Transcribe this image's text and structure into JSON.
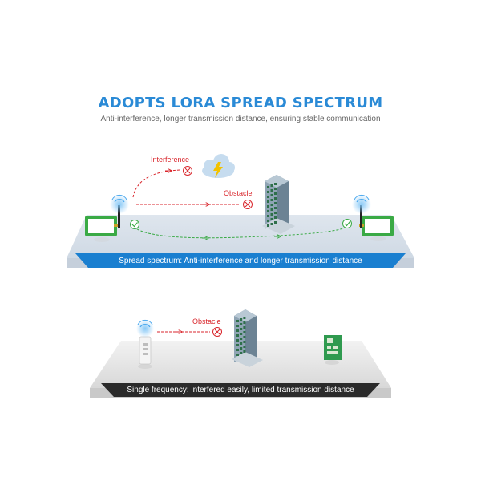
{
  "header": {
    "title": "ADOPTS LORA SPREAD SPECTRUM",
    "subtitle": "Anti-interference, longer transmission distance, ensuring stable communication"
  },
  "spread_spectrum": {
    "interference_label": "Interference",
    "obstacle_label": "Obstacle",
    "caption": "Spread spectrum: Anti-interference and longer transmission distance"
  },
  "single_frequency": {
    "obstacle_label": "Obstacle",
    "caption": "Single frequency: interfered easily, limited transmission distance"
  },
  "colors": {
    "title": "#2a8ad6",
    "blocked": "#d9262c",
    "success": "#3aaa45",
    "ribbon_top": "#1a7fd0",
    "ribbon_bottom": "#2b2b2b"
  }
}
